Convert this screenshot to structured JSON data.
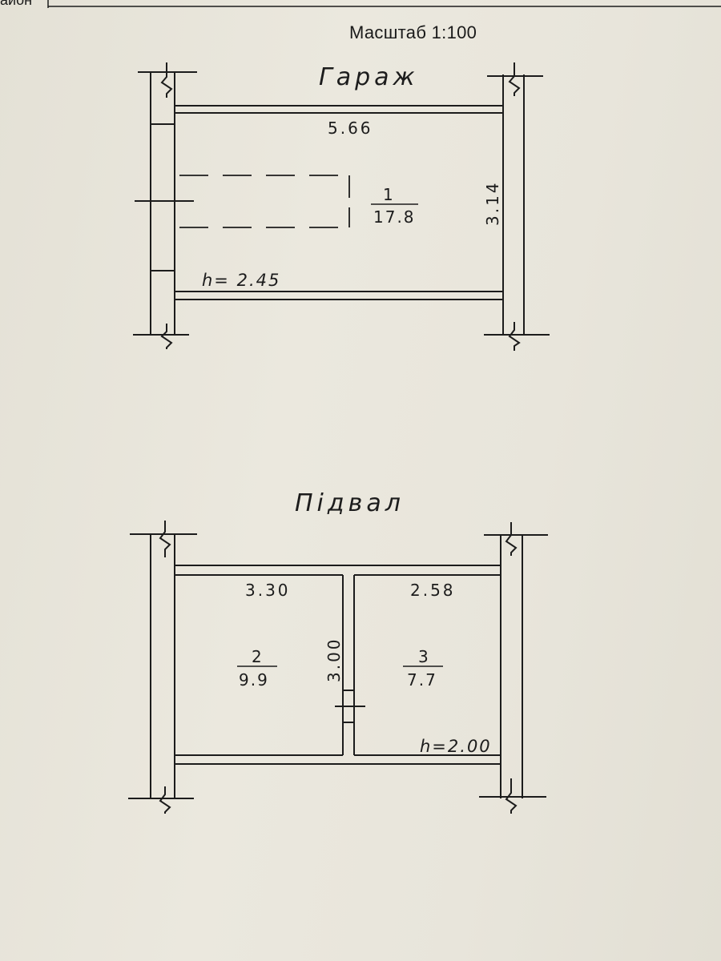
{
  "header": {
    "corner_text": "айон",
    "scale_label": "Масштаб 1:100"
  },
  "garage": {
    "title": "Гараж",
    "length_label": "5.66",
    "width_label": "3.14",
    "room_number": "1",
    "room_area": "17.8",
    "height_label": "h= 2.45"
  },
  "basement": {
    "title": "Підвал",
    "room2_length": "3.30",
    "room3_length": "2.58",
    "wall_length": "3.00",
    "room2_number": "2",
    "room2_area": "9.9",
    "room3_number": "3",
    "room3_area": "7.7",
    "height_label": "h=2.00"
  },
  "colors": {
    "paper": "#e9e6dc",
    "ink": "#1c1c1c"
  }
}
